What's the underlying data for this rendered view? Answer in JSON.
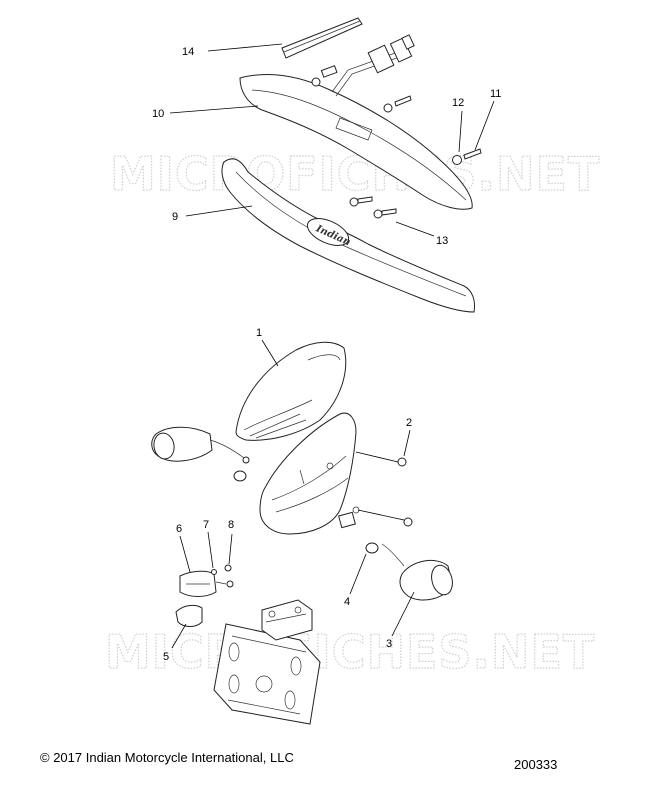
{
  "watermark": "MICROFICHES.NET",
  "callouts": {
    "c1": "1",
    "c2": "2",
    "c3": "3",
    "c4": "4",
    "c5": "5",
    "c6": "6",
    "c7": "7",
    "c8": "8",
    "c9": "9",
    "c10": "10",
    "c11": "11",
    "c12": "12",
    "c13": "13",
    "c14": "14"
  },
  "fender_logo": "Indian",
  "footer": {
    "copyright": "© 2017 Indian Motorcycle International, LLC",
    "diagram_number": "200333"
  }
}
